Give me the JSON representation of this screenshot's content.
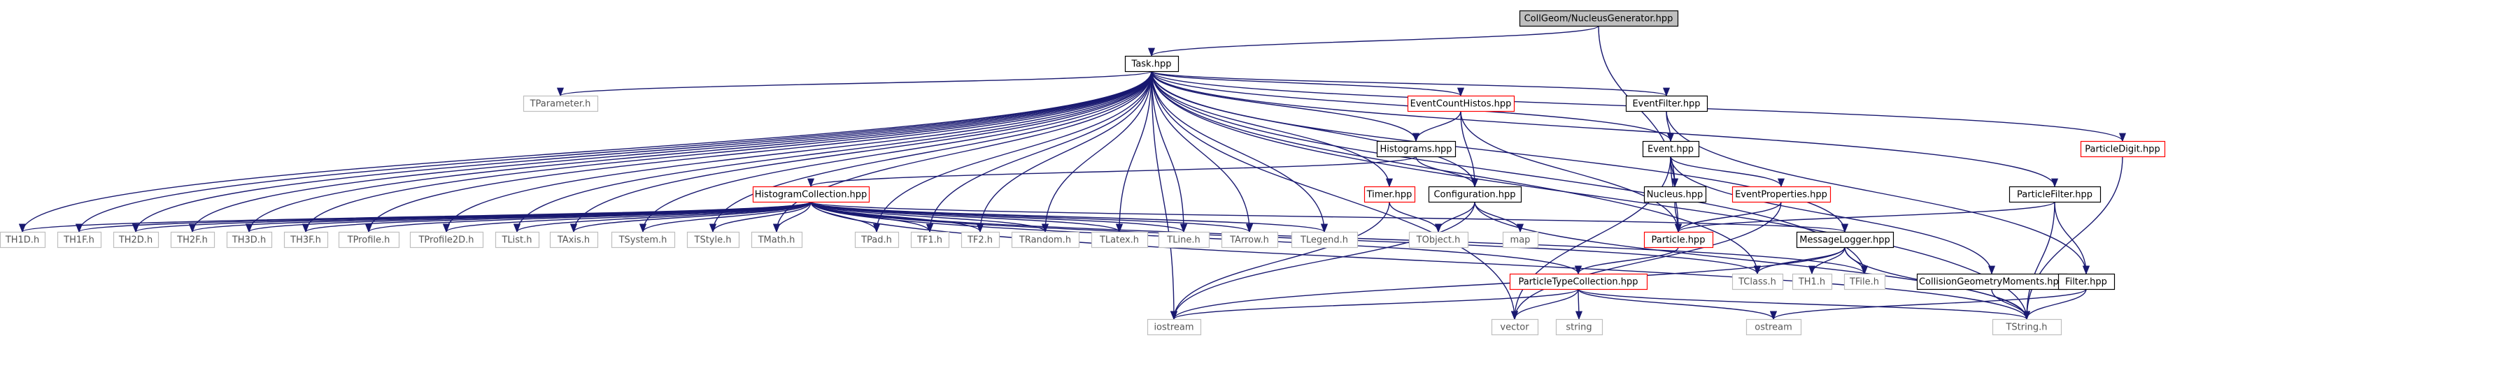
{
  "diagram": {
    "root": "CollGeom/NucleusGenerator.hpp",
    "colors": {
      "edge": "#191970",
      "edge_grey": "#a9a9a9",
      "node_black": "#000000",
      "node_grey": "#bfbfbf",
      "node_red": "#ff0000",
      "root_fill": "#bfbfbf",
      "text_black": "#000000",
      "text_grey": "#555555",
      "text_red": "#ff0000"
    },
    "nodes": [
      {
        "id": "root",
        "label": "CollGeom/NucleusGenerator.hpp",
        "style": "root"
      },
      {
        "id": "task",
        "label": "Task.hpp",
        "style": "black"
      },
      {
        "id": "tparam",
        "label": "TParameter.h",
        "style": "grey"
      },
      {
        "id": "ecountH",
        "label": "EventCountHistos.hpp",
        "style": "red"
      },
      {
        "id": "efilter",
        "label": "EventFilter.hpp",
        "style": "black"
      },
      {
        "id": "pdigit",
        "label": "ParticleDigit.hpp",
        "style": "red"
      },
      {
        "id": "histos",
        "label": "Histograms.hpp",
        "style": "black"
      },
      {
        "id": "event",
        "label": "Event.hpp",
        "style": "black"
      },
      {
        "id": "hcoll",
        "label": "HistogramCollection.hpp",
        "style": "red"
      },
      {
        "id": "timer",
        "label": "Timer.hpp",
        "style": "red"
      },
      {
        "id": "config",
        "label": "Configuration.hpp",
        "style": "black"
      },
      {
        "id": "nucleus",
        "label": "Nucleus.hpp",
        "style": "black"
      },
      {
        "id": "eprops",
        "label": "EventProperties.hpp",
        "style": "red"
      },
      {
        "id": "pfilter",
        "label": "ParticleFilter.hpp",
        "style": "black"
      },
      {
        "id": "th1d",
        "label": "TH1D.h",
        "style": "grey"
      },
      {
        "id": "th1f",
        "label": "TH1F.h",
        "style": "grey"
      },
      {
        "id": "th2d",
        "label": "TH2D.h",
        "style": "grey"
      },
      {
        "id": "th2f",
        "label": "TH2F.h",
        "style": "grey"
      },
      {
        "id": "th3d",
        "label": "TH3D.h",
        "style": "grey"
      },
      {
        "id": "th3f",
        "label": "TH3F.h",
        "style": "grey"
      },
      {
        "id": "tprof",
        "label": "TProfile.h",
        "style": "grey"
      },
      {
        "id": "tprof2",
        "label": "TProfile2D.h",
        "style": "grey"
      },
      {
        "id": "tlist",
        "label": "TList.h",
        "style": "grey"
      },
      {
        "id": "taxis",
        "label": "TAxis.h",
        "style": "grey"
      },
      {
        "id": "tsystem",
        "label": "TSystem.h",
        "style": "grey"
      },
      {
        "id": "tstyle",
        "label": "TStyle.h",
        "style": "grey"
      },
      {
        "id": "tmath",
        "label": "TMath.h",
        "style": "grey"
      },
      {
        "id": "tpad",
        "label": "TPad.h",
        "style": "grey"
      },
      {
        "id": "tf1",
        "label": "TF1.h",
        "style": "grey"
      },
      {
        "id": "tf2",
        "label": "TF2.h",
        "style": "grey"
      },
      {
        "id": "trandom",
        "label": "TRandom.h",
        "style": "grey"
      },
      {
        "id": "tlatex",
        "label": "TLatex.h",
        "style": "grey"
      },
      {
        "id": "tline",
        "label": "TLine.h",
        "style": "grey"
      },
      {
        "id": "tarrow",
        "label": "TArrow.h",
        "style": "grey"
      },
      {
        "id": "tlegend",
        "label": "TLegend.h",
        "style": "grey"
      },
      {
        "id": "tobject",
        "label": "TObject.h",
        "style": "grey"
      },
      {
        "id": "map",
        "label": "map",
        "style": "grey"
      },
      {
        "id": "particle",
        "label": "Particle.hpp",
        "style": "red"
      },
      {
        "id": "msglog",
        "label": "MessageLogger.hpp",
        "style": "black"
      },
      {
        "id": "tclass",
        "label": "TClass.h",
        "style": "grey"
      },
      {
        "id": "th1",
        "label": "TH1.h",
        "style": "grey"
      },
      {
        "id": "tfile",
        "label": "TFile.h",
        "style": "grey"
      },
      {
        "id": "cgm",
        "label": "CollisionGeometryMoments.hpp",
        "style": "black"
      },
      {
        "id": "filter",
        "label": "Filter.hpp",
        "style": "black"
      },
      {
        "id": "ptc",
        "label": "ParticleTypeCollection.hpp",
        "style": "red"
      },
      {
        "id": "iostream",
        "label": "iostream",
        "style": "grey"
      },
      {
        "id": "vector",
        "label": "vector",
        "style": "grey"
      },
      {
        "id": "string",
        "label": "string",
        "style": "grey"
      },
      {
        "id": "ostream",
        "label": "ostream",
        "style": "grey"
      },
      {
        "id": "tstring",
        "label": "TString.h",
        "style": "grey"
      }
    ],
    "edges": [
      [
        "root",
        "task"
      ],
      [
        "root",
        "nucleus"
      ],
      [
        "task",
        "tparam"
      ],
      [
        "task",
        "ecountH"
      ],
      [
        "task",
        "efilter"
      ],
      [
        "task",
        "pdigit"
      ],
      [
        "task",
        "histos"
      ],
      [
        "task",
        "event"
      ],
      [
        "task",
        "timer"
      ],
      [
        "task",
        "config"
      ],
      [
        "task",
        "pfilter"
      ],
      [
        "task",
        "th1d"
      ],
      [
        "task",
        "th1f"
      ],
      [
        "task",
        "th2d"
      ],
      [
        "task",
        "th2f"
      ],
      [
        "task",
        "th3d"
      ],
      [
        "task",
        "th3f"
      ],
      [
        "task",
        "tprof"
      ],
      [
        "task",
        "tprof2"
      ],
      [
        "task",
        "tlist"
      ],
      [
        "task",
        "taxis"
      ],
      [
        "task",
        "tsystem"
      ],
      [
        "task",
        "tstyle"
      ],
      [
        "task",
        "tmath"
      ],
      [
        "task",
        "tpad"
      ],
      [
        "task",
        "tf1"
      ],
      [
        "task",
        "tf2"
      ],
      [
        "task",
        "trandom"
      ],
      [
        "task",
        "tlatex"
      ],
      [
        "task",
        "tline"
      ],
      [
        "task",
        "tarrow"
      ],
      [
        "task",
        "tlegend"
      ],
      [
        "task",
        "msglog"
      ],
      [
        "task",
        "tclass"
      ],
      [
        "task",
        "tfile"
      ],
      [
        "task",
        "iostream"
      ],
      [
        "task",
        "vector"
      ],
      [
        "task",
        "tstring"
      ],
      [
        "ecountH",
        "histos"
      ],
      [
        "ecountH",
        "config"
      ],
      [
        "ecountH",
        "particle"
      ],
      [
        "efilter",
        "event"
      ],
      [
        "efilter",
        "filter"
      ],
      [
        "pdigit",
        "tstring"
      ],
      [
        "histos",
        "hcoll"
      ],
      [
        "histos",
        "config"
      ],
      [
        "event",
        "nucleus"
      ],
      [
        "event",
        "eprops"
      ],
      [
        "event",
        "particle"
      ],
      [
        "event",
        "cgm"
      ],
      [
        "event",
        "vector"
      ],
      [
        "hcoll",
        "th1d"
      ],
      [
        "hcoll",
        "th1f"
      ],
      [
        "hcoll",
        "th2d"
      ],
      [
        "hcoll",
        "th2f"
      ],
      [
        "hcoll",
        "th3d"
      ],
      [
        "hcoll",
        "th3f"
      ],
      [
        "hcoll",
        "tprof"
      ],
      [
        "hcoll",
        "tprof2"
      ],
      [
        "hcoll",
        "tlist"
      ],
      [
        "hcoll",
        "taxis"
      ],
      [
        "hcoll",
        "tsystem"
      ],
      [
        "hcoll",
        "tstyle"
      ],
      [
        "hcoll",
        "tmath"
      ],
      [
        "hcoll",
        "tpad"
      ],
      [
        "hcoll",
        "tf1"
      ],
      [
        "hcoll",
        "tf2"
      ],
      [
        "hcoll",
        "trandom"
      ],
      [
        "hcoll",
        "tlatex"
      ],
      [
        "hcoll",
        "tline"
      ],
      [
        "hcoll",
        "tarrow"
      ],
      [
        "hcoll",
        "tlegend"
      ],
      [
        "hcoll",
        "msglog"
      ],
      [
        "hcoll",
        "tclass"
      ],
      [
        "hcoll",
        "tfile"
      ],
      [
        "hcoll",
        "tstring"
      ],
      [
        "hcoll",
        "ptc"
      ],
      [
        "timer",
        "tobject"
      ],
      [
        "timer",
        "iostream"
      ],
      [
        "config",
        "tobject"
      ],
      [
        "config",
        "map"
      ],
      [
        "config",
        "iostream"
      ],
      [
        "config",
        "tstring"
      ],
      [
        "nucleus",
        "particle"
      ],
      [
        "eprops",
        "particle"
      ],
      [
        "eprops",
        "vector"
      ],
      [
        "pfilter",
        "particle"
      ],
      [
        "pfilter",
        "filter"
      ],
      [
        "pfilter",
        "tstring"
      ],
      [
        "particle",
        "ptc"
      ],
      [
        "msglog",
        "tclass"
      ],
      [
        "msglog",
        "th1"
      ],
      [
        "msglog",
        "tfile"
      ],
      [
        "msglog",
        "tstring"
      ],
      [
        "msglog",
        "iostream"
      ],
      [
        "cgm",
        "tstring"
      ],
      [
        "filter",
        "ostream"
      ],
      [
        "filter",
        "tstring"
      ],
      [
        "ptc",
        "iostream"
      ],
      [
        "ptc",
        "vector"
      ],
      [
        "ptc",
        "string"
      ],
      [
        "ptc",
        "ostream"
      ],
      [
        "ptc",
        "tstring"
      ]
    ]
  }
}
